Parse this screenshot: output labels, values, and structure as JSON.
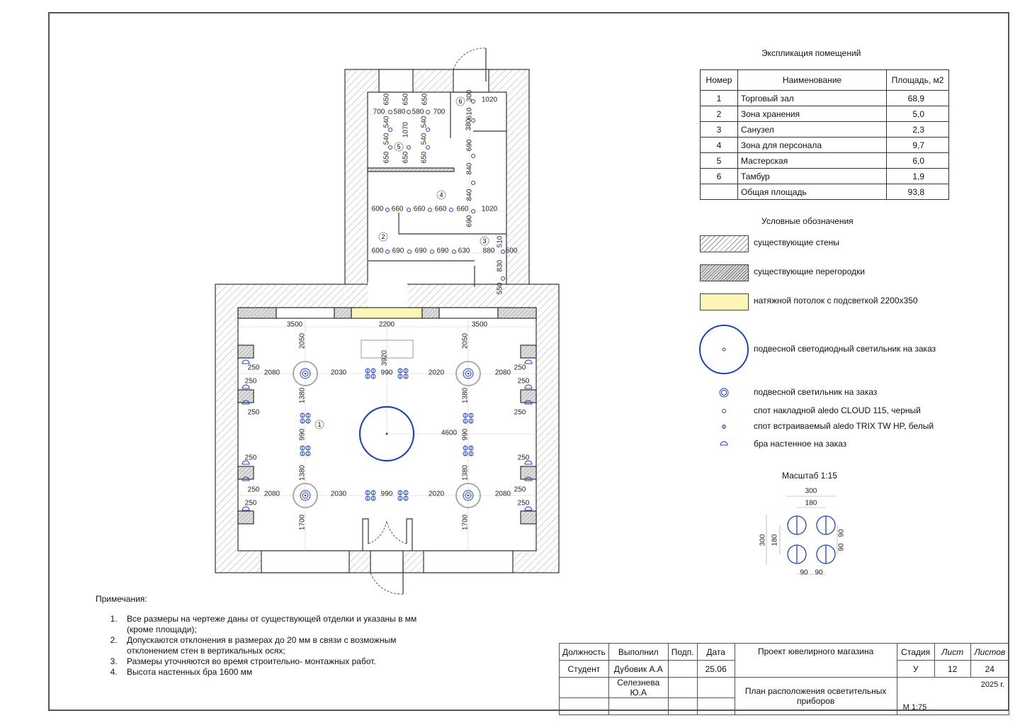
{
  "explication": {
    "title": "Экспликация помещений",
    "headers": [
      "Номер",
      "Наименование",
      "Площадь, м2"
    ],
    "rows": [
      [
        "1",
        "Торговый зал",
        "68,9"
      ],
      [
        "2",
        "Зона хранения",
        "5,0"
      ],
      [
        "3",
        "Санузел",
        "2,3"
      ],
      [
        "4",
        "Зона для персонала",
        "9,7"
      ],
      [
        "5",
        "Мастерская",
        "6,0"
      ],
      [
        "6",
        "Тамбур",
        "1,9"
      ],
      [
        "",
        "Общая площадь",
        "93,8"
      ]
    ]
  },
  "legend": {
    "title": "Условные обозначения",
    "items": [
      {
        "icon": "hatch-wall",
        "label": "существующие стены"
      },
      {
        "icon": "hatch-partition",
        "label": "существующие перегородки"
      },
      {
        "icon": "yellow-ceiling",
        "label": "натяжной потолок с подсветкой 2200x350"
      },
      {
        "icon": "large-pendant",
        "label": "подвесной светодиодный светильник на заказ"
      },
      {
        "icon": "pendant",
        "label": "подвесной светильник на заказ"
      },
      {
        "icon": "surface-spot",
        "label": "спот накладной aledo CLOUD 115, черный"
      },
      {
        "icon": "recessed-spot",
        "label": "спот встраиваемый aledo TRIX TW HP, белый"
      },
      {
        "icon": "wall-sconce",
        "label": "бра настенное на заказ"
      }
    ],
    "colors": {
      "fixture": "#2244bb",
      "ceiling": "#fdf6b8"
    }
  },
  "scale_detail": {
    "title": "Масштаб 1:15",
    "dims": [
      "300",
      "180",
      "300",
      "180",
      "90",
      "90",
      "90",
      "90"
    ]
  },
  "notes": {
    "title": "Примечания:",
    "items": [
      "Все размеры на чертеже даны от существующей отделки и указаны в мм (кроме площади);",
      "Допускаются отклонения в размерах до 20 мм в связи с возможным отклонением стен в вертикальных осях;",
      "Размеры уточняются во время строительно- монтажных работ.",
      "Высота настенных бра 1600 мм"
    ]
  },
  "plan": {
    "rooms": [
      "1",
      "2",
      "3",
      "4",
      "5",
      "6"
    ],
    "dims": [
      "650",
      "650",
      "650",
      "300",
      "700",
      "580",
      "580",
      "700",
      "540",
      "1070",
      "540",
      "610",
      "380",
      "540",
      "540",
      "690",
      "650",
      "650",
      "650",
      "840",
      "840",
      "690",
      "1020",
      "600",
      "660",
      "660",
      "660",
      "660",
      "1020",
      "600",
      "690",
      "690",
      "690",
      "630",
      "880",
      "500",
      "510",
      "830",
      "550",
      "3500",
      "2200",
      "3500",
      "2050",
      "3920",
      "2050",
      "250",
      "2080",
      "2030",
      "990",
      "2020",
      "2080",
      "250",
      "250",
      "250",
      "1380",
      "1380",
      "250",
      "250",
      "990",
      "990",
      "4600",
      "250",
      "250",
      "1380",
      "1380",
      "250",
      "2080",
      "2030",
      "990",
      "2020",
      "2080",
      "250",
      "250",
      "250",
      "1700",
      "1700"
    ]
  },
  "title_block": {
    "headers": [
      "Должность",
      "Выполнил",
      "Подп.",
      "Дата"
    ],
    "position": "Студент",
    "author": "Дубовик А.А",
    "date": "25.06",
    "checker": "Селезнева Ю.А",
    "project": "Проект ювелирного магазина",
    "sheet_title": "План расположения осветительных приборов",
    "stage_label": "Стадия",
    "sheet_label": "Лист",
    "sheets_label": "Листов",
    "stage": "У",
    "sheet": "12",
    "sheets": "24",
    "year": "2025 г.",
    "scale": "М 1:75"
  }
}
